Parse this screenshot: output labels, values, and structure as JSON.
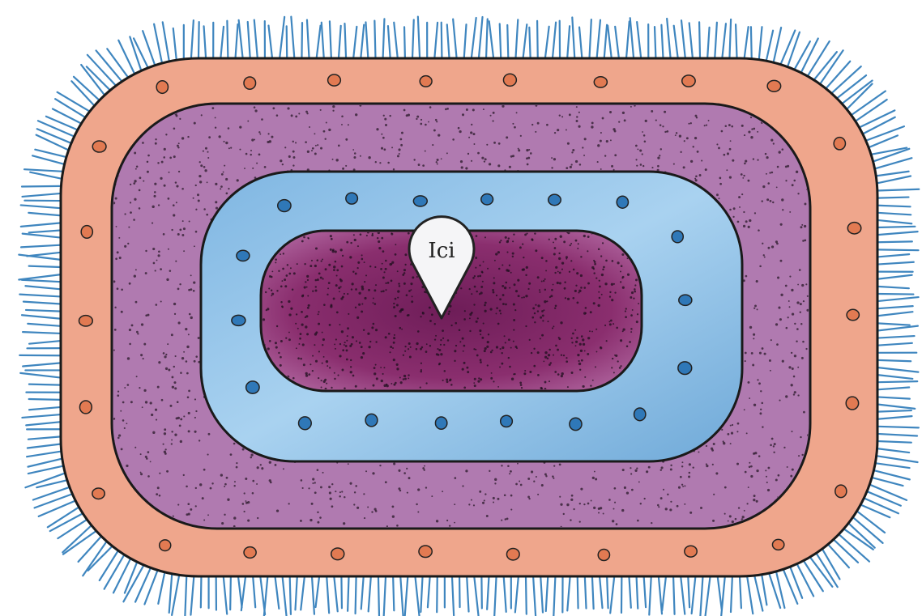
{
  "marker": {
    "label": "Ici"
  },
  "layers": [
    {
      "id": "outer-fringe",
      "color": "#3f86bf"
    },
    {
      "id": "outer-band",
      "color": "#efa68c",
      "dot_color": "#e27a52"
    },
    {
      "id": "purple-band",
      "color": "#b07ab0",
      "speckle_color": "#2a1a2a"
    },
    {
      "id": "blue-band",
      "color": "#8bbfe6",
      "dot_color": "#2f78b8"
    },
    {
      "id": "core",
      "color": "#8a2e6e",
      "speckle_color": "#1e0f1e"
    }
  ],
  "pin": {
    "fill": "#f5f5f7",
    "stroke": "#222222"
  }
}
